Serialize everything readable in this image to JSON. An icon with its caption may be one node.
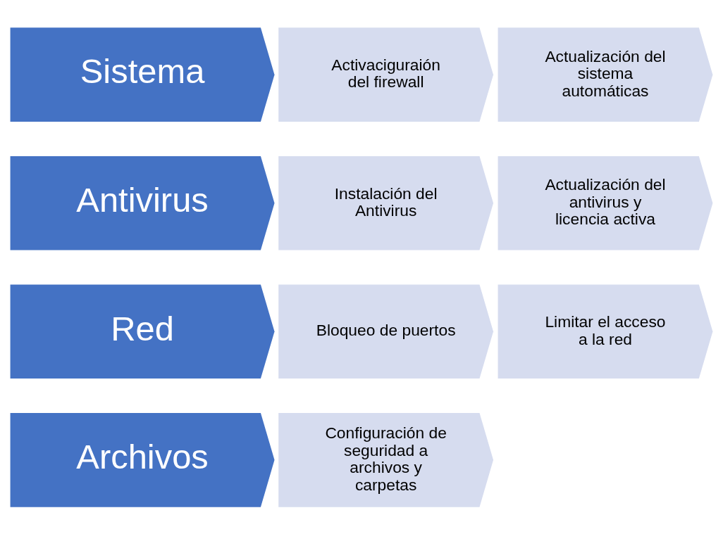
{
  "diagram": {
    "nodes": [
      {
        "text": [
          "Sistema"
        ]
      },
      {
        "text": [
          "Activaciguraión del firewall"
        ]
      },
      {
        "text": [
          "Actualización del sistema automáticas"
        ]
      },
      {
        "text": [
          "Antivirus"
        ]
      },
      {
        "text": [
          "Instalación del Antivirus"
        ]
      },
      {
        "text": [
          "Actualización del antivirus y licencia activa"
        ]
      },
      {
        "text": [
          "Red"
        ]
      },
      {
        "text": [
          "Bloqueo de puertos"
        ]
      },
      {
        "text": [
          "Limitar el acceso a la red"
        ]
      },
      {
        "text": [
          "Archivos"
        ]
      },
      {
        "text": [
          "Configuración de seguridad a archivos y carpetas"
        ]
      }
    ]
  }
}
